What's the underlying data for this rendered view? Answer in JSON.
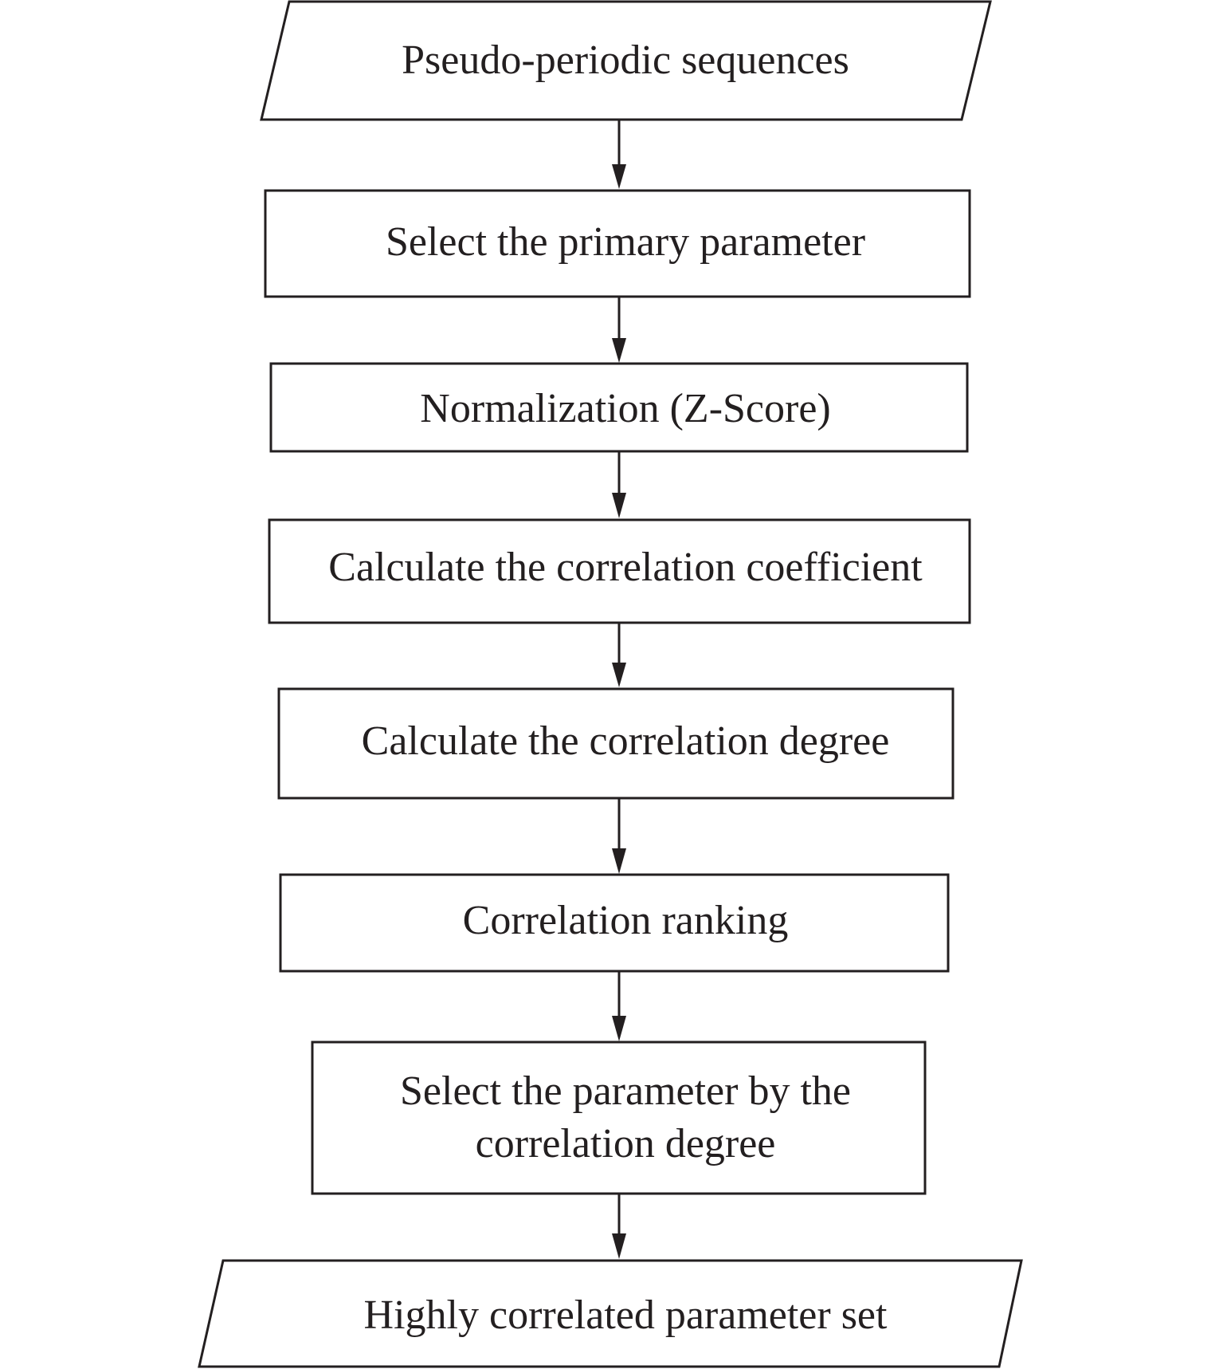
{
  "flowchart": {
    "start": {
      "label": "Pseudo-periodic sequences"
    },
    "steps": [
      {
        "label": "Select the primary parameter"
      },
      {
        "label": "Normalization (Z-Score)"
      },
      {
        "label": "Calculate the correlation coefficient"
      },
      {
        "label": "Calculate the correlation degree"
      },
      {
        "label": "Correlation ranking"
      },
      {
        "label_line1": "Select the parameter by the",
        "label_line2": "correlation degree"
      }
    ],
    "end": {
      "label": "Highly correlated parameter set"
    }
  },
  "colors": {
    "stroke": "#231f20",
    "fill": "#ffffff",
    "text": "#231f20"
  }
}
